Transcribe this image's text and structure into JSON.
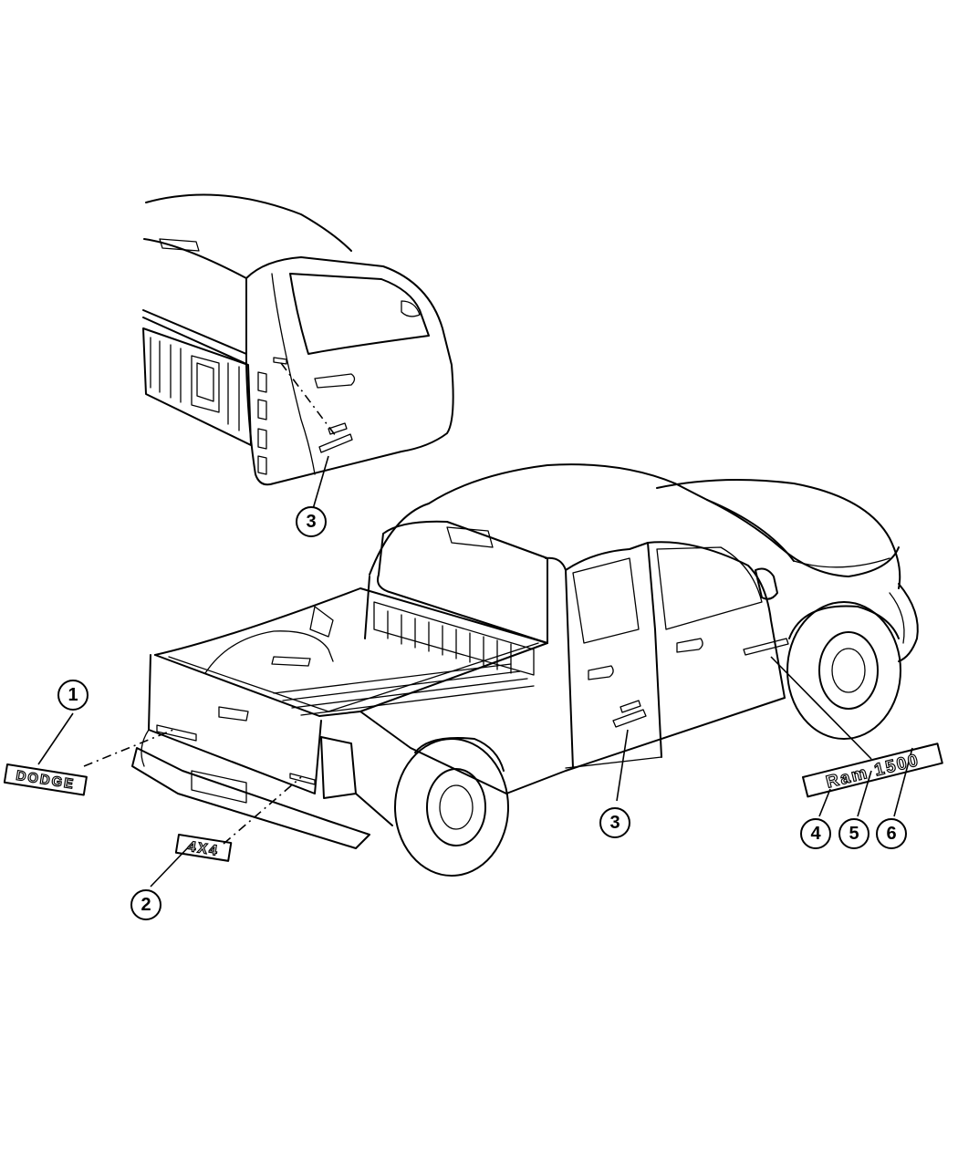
{
  "callouts": [
    {
      "id": "c1",
      "label": "1"
    },
    {
      "id": "c2",
      "label": "2"
    },
    {
      "id": "c3a",
      "label": "3"
    },
    {
      "id": "c3b",
      "label": "3"
    },
    {
      "id": "c4",
      "label": "4"
    },
    {
      "id": "c5",
      "label": "5"
    },
    {
      "id": "c6",
      "label": "6"
    }
  ],
  "badges": {
    "dodge": "DODGE",
    "four_by_four": "4X4",
    "ram": "Ram 1500"
  }
}
